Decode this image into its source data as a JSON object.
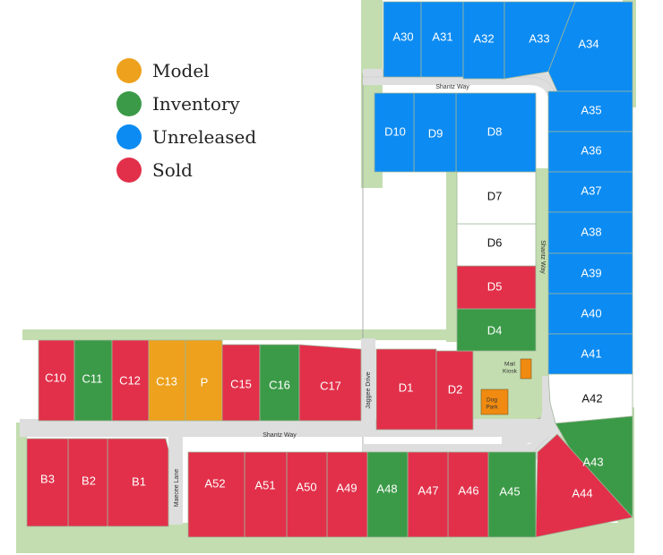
{
  "colors": {
    "model": "#eda11c",
    "inventory": "#3b9a47",
    "unreleased": "#0c8bf2",
    "sold": "#e2304a",
    "available": "#ffffff",
    "grass": "#c3ddb0",
    "road": "#dedede",
    "amenity": "#f08a10"
  },
  "legend": [
    {
      "label": "Model",
      "status": "model"
    },
    {
      "label": "Inventory",
      "status": "inventory"
    },
    {
      "label": "Unreleased",
      "status": "unreleased"
    },
    {
      "label": "Sold",
      "status": "sold"
    }
  ],
  "streets": {
    "shantz_top": "Shantz Way",
    "shantz_side": "Shantz Way",
    "shantz_bottom": "Shantz Way",
    "jagger": "Jaggee Drive",
    "maecee": "Maecee Lane"
  },
  "amenities": {
    "mail_kiosk": {
      "line1": "Mail",
      "line2": "Kiosk"
    },
    "dog_park": {
      "line1": "Dog",
      "line2": "Park"
    }
  },
  "lots": [
    {
      "id": "A30",
      "status": "unreleased"
    },
    {
      "id": "A31",
      "status": "unreleased"
    },
    {
      "id": "A32",
      "status": "unreleased"
    },
    {
      "id": "A33",
      "status": "unreleased"
    },
    {
      "id": "A34",
      "status": "unreleased"
    },
    {
      "id": "A35",
      "status": "unreleased"
    },
    {
      "id": "A36",
      "status": "unreleased"
    },
    {
      "id": "A37",
      "status": "unreleased"
    },
    {
      "id": "A38",
      "status": "unreleased"
    },
    {
      "id": "A39",
      "status": "unreleased"
    },
    {
      "id": "A40",
      "status": "unreleased"
    },
    {
      "id": "A41",
      "status": "unreleased"
    },
    {
      "id": "A42",
      "status": "available"
    },
    {
      "id": "A43",
      "status": "inventory"
    },
    {
      "id": "A44",
      "status": "sold"
    },
    {
      "id": "A45",
      "status": "inventory"
    },
    {
      "id": "A46",
      "status": "sold"
    },
    {
      "id": "A47",
      "status": "sold"
    },
    {
      "id": "A48",
      "status": "inventory"
    },
    {
      "id": "A49",
      "status": "sold"
    },
    {
      "id": "A50",
      "status": "sold"
    },
    {
      "id": "A51",
      "status": "sold"
    },
    {
      "id": "A52",
      "status": "sold"
    },
    {
      "id": "B1",
      "status": "sold"
    },
    {
      "id": "B2",
      "status": "sold"
    },
    {
      "id": "B3",
      "status": "sold"
    },
    {
      "id": "C10",
      "status": "sold"
    },
    {
      "id": "C11",
      "status": "inventory"
    },
    {
      "id": "C12",
      "status": "sold"
    },
    {
      "id": "C13",
      "status": "model"
    },
    {
      "id": "P",
      "status": "model"
    },
    {
      "id": "C15",
      "status": "sold"
    },
    {
      "id": "C16",
      "status": "inventory"
    },
    {
      "id": "C17",
      "status": "sold"
    },
    {
      "id": "D1",
      "status": "sold"
    },
    {
      "id": "D2",
      "status": "sold"
    },
    {
      "id": "D4",
      "status": "inventory"
    },
    {
      "id": "D5",
      "status": "sold"
    },
    {
      "id": "D6",
      "status": "available"
    },
    {
      "id": "D7",
      "status": "available"
    },
    {
      "id": "D8",
      "status": "unreleased"
    },
    {
      "id": "D9",
      "status": "unreleased"
    },
    {
      "id": "D10",
      "status": "unreleased"
    }
  ]
}
